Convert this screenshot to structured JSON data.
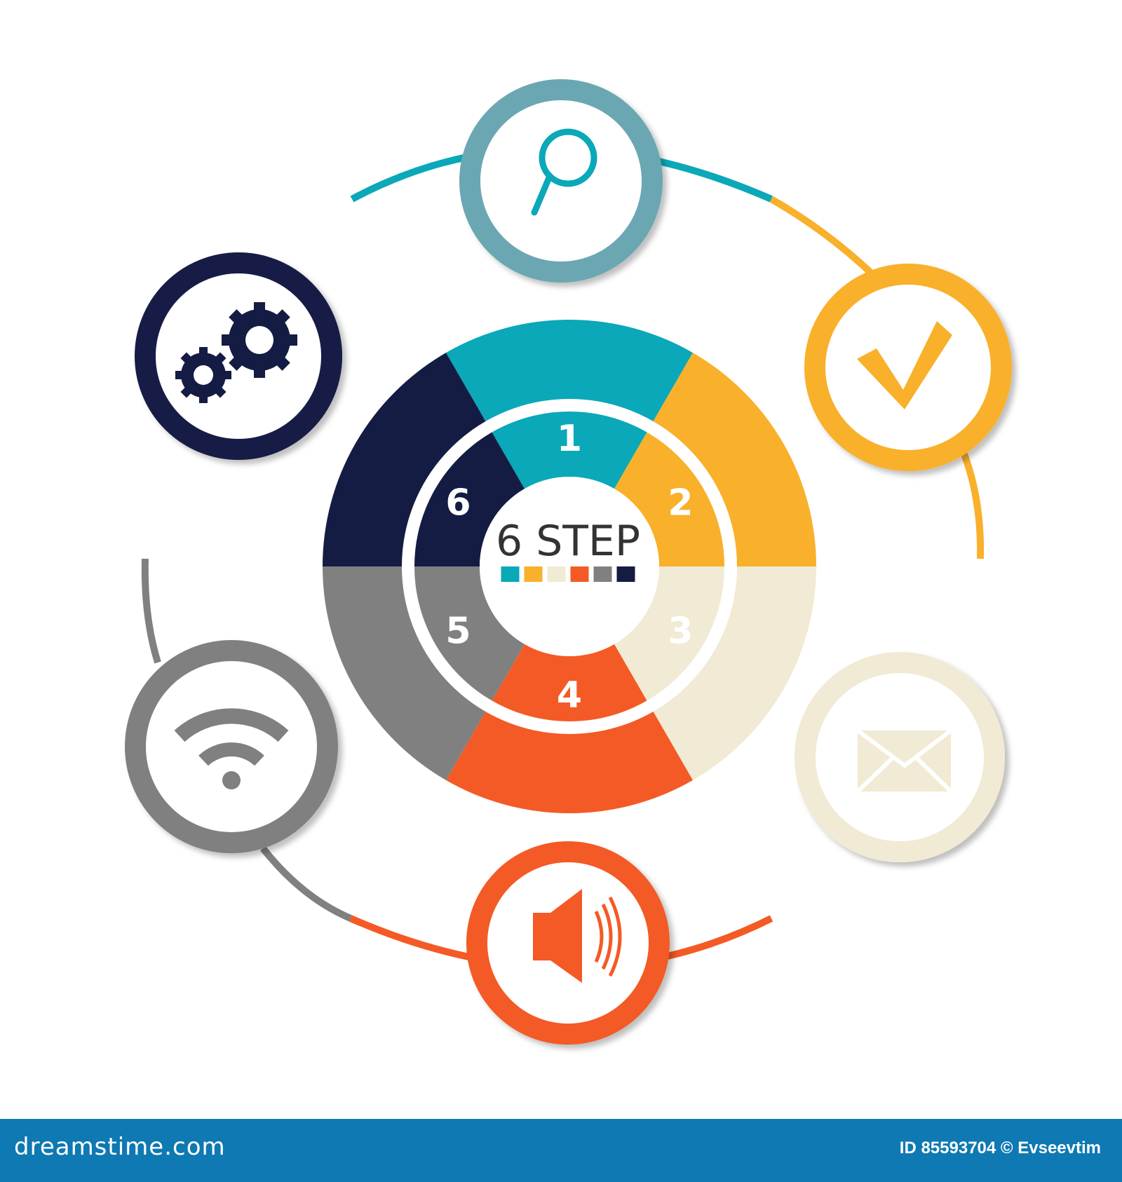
{
  "center": {
    "title": "6 STEP",
    "swatches": [
      "#0aa8b8",
      "#f9b02a",
      "#f1ead4",
      "#f45a26",
      "#808080",
      "#141c44"
    ]
  },
  "steps": [
    {
      "number": "1",
      "color": "#0aa8b8",
      "icon": "magnifier-icon"
    },
    {
      "number": "2",
      "color": "#f9b02a",
      "icon": "checkmark-icon"
    },
    {
      "number": "3",
      "color": "#f1ead4",
      "icon": "envelope-icon"
    },
    {
      "number": "4",
      "color": "#f45a26",
      "icon": "speaker-icon"
    },
    {
      "number": "5",
      "color": "#808080",
      "icon": "wifi-icon"
    },
    {
      "number": "6",
      "color": "#141c44",
      "icon": "gears-icon"
    }
  ],
  "footer": {
    "brand": "dreamstime.com",
    "id_text": "ID 85593704 © Evseevtim",
    "background": "#0e79b2"
  }
}
